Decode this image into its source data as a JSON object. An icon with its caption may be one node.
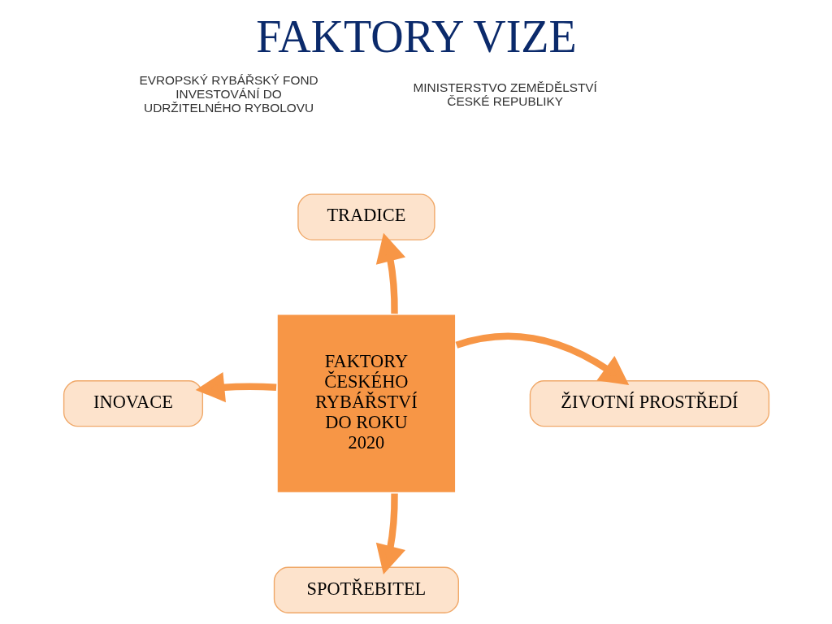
{
  "diagram": {
    "title": "FAKTORY VIZE",
    "nodes": [
      {
        "text": [
          "TRADICE"
        ]
      },
      {
        "text": [
          "INOVACE"
        ]
      },
      {
        "text": [
          "FAKTORY ČESKÉHO RYBÁŘSTVÍ DO ROKU 2020"
        ]
      },
      {
        "text": [
          "ŽIVOTNÍ PROSTŘEDÍ"
        ]
      },
      {
        "text": [
          "SPOTŘEBITEL"
        ]
      }
    ],
    "edges": [
      {
        "from": 2,
        "to": 0,
        "arrow": "to"
      },
      {
        "from": 2,
        "to": 1,
        "arrow": "to"
      },
      {
        "from": 2,
        "to": 3,
        "arrow": "to"
      },
      {
        "from": 2,
        "to": 4,
        "arrow": "to"
      }
    ],
    "labels": [
      "EVROPSKÝ RYBÁŘSKÝ FOND INVESTOVÁNÍ DO UDRŽITELNÉHO RYBOLOVU",
      "MINISTERSTVO ZEMĚDĚLSTVÍ ČESKÉ REPUBLIKY"
    ]
  }
}
